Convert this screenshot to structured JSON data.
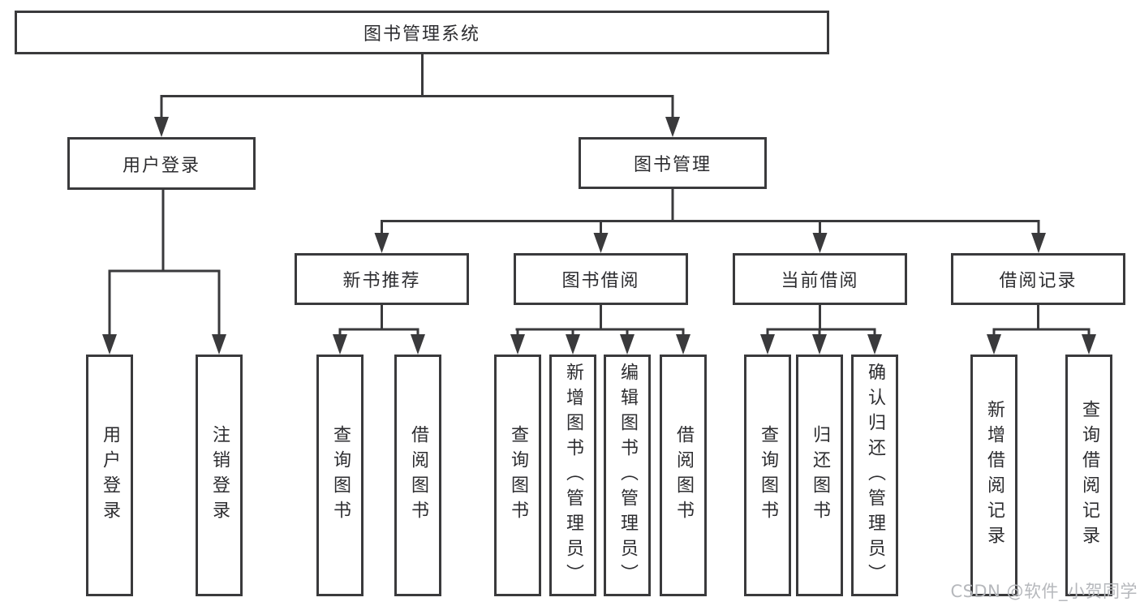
{
  "diagram": {
    "title": "图书管理系统",
    "colors": {
      "background": "#ffffff",
      "line": "#3a3a3c",
      "box_border": "#3a3a3c",
      "text": "#2d2d30",
      "watermark": "#b6b8bc"
    },
    "nodes": {
      "root": "图书管理系统",
      "user_login": "用户登录",
      "book_mgmt": "图书管理",
      "new_books": "新书推荐",
      "book_borrow": "图书借阅",
      "current_borrow": "当前借阅",
      "borrow_records": "借阅记录",
      "user_login_children": [
        "用户登录",
        "注销登录"
      ],
      "new_books_children": [
        "查询图书",
        "借阅图书"
      ],
      "book_borrow_children": [
        "查询图书",
        "新增图书（管理员）",
        "编辑图书（管理员）",
        "借阅图书"
      ],
      "current_borrow_children": [
        "查询图书",
        "归还图书",
        "确认归还（管理员）"
      ],
      "borrow_records_children": [
        "新增借阅记录",
        "查询借阅记录"
      ]
    },
    "watermark": "CSDN @软件_小贺同学"
  }
}
